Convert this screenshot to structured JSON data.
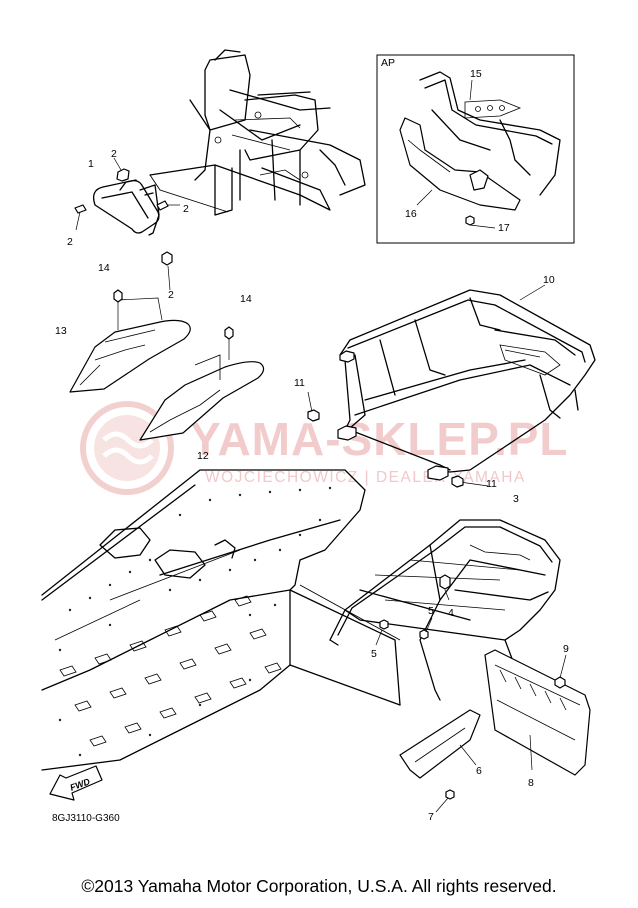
{
  "diagram": {
    "callouts": [
      {
        "id": "c1",
        "text": "1"
      },
      {
        "id": "c2a",
        "text": "2"
      },
      {
        "id": "c2b",
        "text": "2"
      },
      {
        "id": "c2c",
        "text": "2"
      },
      {
        "id": "c2d",
        "text": "2"
      },
      {
        "id": "c3",
        "text": "3"
      },
      {
        "id": "c4",
        "text": "4"
      },
      {
        "id": "c5a",
        "text": "5"
      },
      {
        "id": "c5b",
        "text": "5"
      },
      {
        "id": "c6",
        "text": "6"
      },
      {
        "id": "c7",
        "text": "7"
      },
      {
        "id": "c8",
        "text": "8"
      },
      {
        "id": "c9",
        "text": "9"
      },
      {
        "id": "c10",
        "text": "10"
      },
      {
        "id": "c11a",
        "text": "11"
      },
      {
        "id": "c11b",
        "text": "11"
      },
      {
        "id": "c12",
        "text": "12"
      },
      {
        "id": "c13",
        "text": "13"
      },
      {
        "id": "c14a",
        "text": "14"
      },
      {
        "id": "c14b",
        "text": "14"
      },
      {
        "id": "c15",
        "text": "15"
      },
      {
        "id": "c16",
        "text": "16"
      },
      {
        "id": "c17",
        "text": "17"
      }
    ],
    "inset_label": "AP",
    "fwd_label": "FWD",
    "diagram_code": "8GJ3110-G360"
  },
  "watermark": {
    "title": "YAMA-SKLEP.PL",
    "subtitle": "WOJCIECHOWICZ | DEALER YAMAHA"
  },
  "footer": {
    "copyright": "©2013 Yamaha Motor Corporation, U.S.A. All rights reserved."
  },
  "colors": {
    "line": "#000000",
    "background": "#ffffff",
    "watermark": "#e9a3a3"
  }
}
